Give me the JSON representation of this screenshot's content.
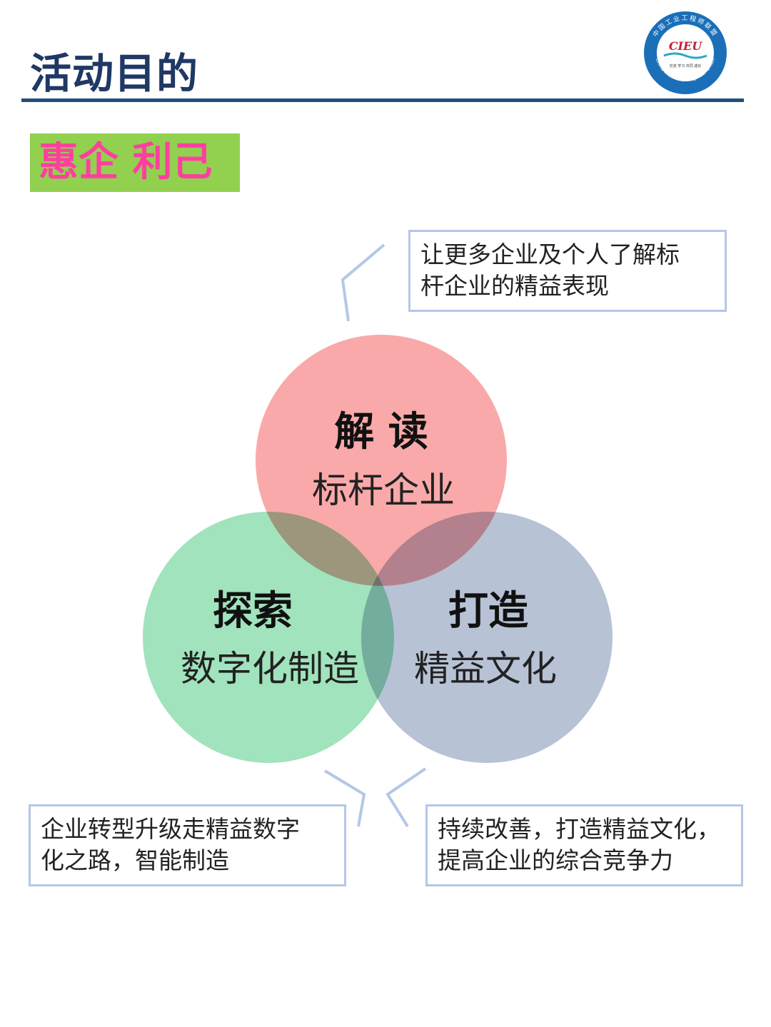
{
  "header": {
    "title": "活动目的",
    "logo": {
      "text": "CIEU",
      "ring_text": "中国工业工程师联盟",
      "ring_text_en": "China Industrial Engineer Union",
      "motto": "交流 学习 共同 成长",
      "colors": {
        "ring": "#1a6fb8",
        "inner": "#ffffff",
        "text": "#c0203a",
        "wave": "#2aa7c8"
      }
    }
  },
  "tag": {
    "label": "惠企 利己",
    "bg": "#92d050",
    "color": "#ff3fa0"
  },
  "diagram": {
    "circles": [
      {
        "id": "top",
        "title": "解 读",
        "subtitle": "标杆企业",
        "color": "#f8a0a0"
      },
      {
        "id": "left",
        "title": "探索",
        "subtitle": "数字化制造",
        "color": "#85dba9"
      },
      {
        "id": "right",
        "title": "打造",
        "subtitle": "精益文化",
        "color": "#a3b1c9"
      }
    ],
    "callouts": {
      "top": [
        "让更多企业及个人了解标",
        "杆企业的精益表现"
      ],
      "left": [
        "企业转型升级走精益数字",
        "化之路，智能制造"
      ],
      "right": [
        "持续改善，打造精益文化，",
        "提高企业的综合竞争力"
      ]
    },
    "line_color": "#b4c7e7"
  }
}
